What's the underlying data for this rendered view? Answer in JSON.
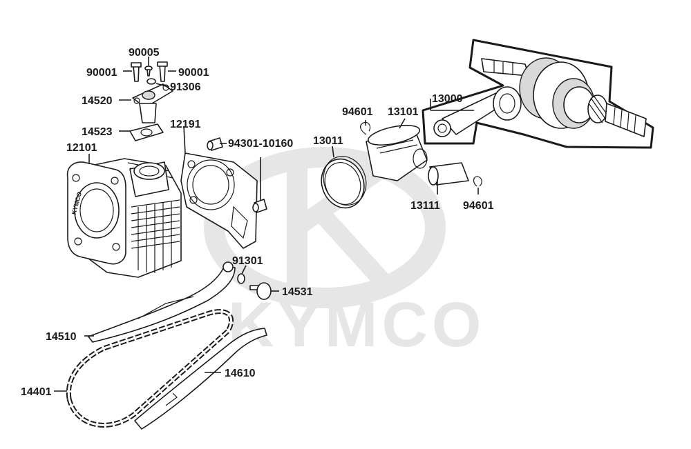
{
  "watermark": {
    "brand": "KYMCO",
    "color": "#e6e6e6"
  },
  "cylinder_stamp": "KYMCO",
  "parts": [
    {
      "id": "p12101",
      "number": "12101",
      "name": "cylinder"
    },
    {
      "id": "p12191",
      "number": "12191",
      "name": "cylinder-gasket"
    },
    {
      "id": "p14520",
      "number": "14520",
      "name": "cam-chain-tensioner-lifter"
    },
    {
      "id": "p14523",
      "number": "14523",
      "name": "tensioner-gasket"
    },
    {
      "id": "p90005",
      "number": "90005",
      "name": "tensioner-screw"
    },
    {
      "id": "p90001a",
      "number": "90001",
      "name": "bolt-left"
    },
    {
      "id": "p90001b",
      "number": "90001",
      "name": "bolt-right"
    },
    {
      "id": "p91306",
      "number": "91306",
      "name": "o-ring"
    },
    {
      "id": "p94301",
      "number": "94301-10160",
      "name": "dowel-pin"
    },
    {
      "id": "p13011",
      "number": "13011",
      "name": "piston-ring-set"
    },
    {
      "id": "p13101",
      "number": "13101",
      "name": "piston"
    },
    {
      "id": "p94601a",
      "number": "94601",
      "name": "piston-pin-clip-left"
    },
    {
      "id": "p94601b",
      "number": "94601",
      "name": "piston-pin-clip-right"
    },
    {
      "id": "p13111",
      "number": "13111",
      "name": "piston-pin"
    },
    {
      "id": "p13000",
      "number": "13000",
      "name": "crankshaft-assembly"
    },
    {
      "id": "p91301",
      "number": "91301",
      "name": "o-ring-small"
    },
    {
      "id": "p14531",
      "number": "14531",
      "name": "tensioner-pivot-bolt"
    },
    {
      "id": "p14510",
      "number": "14510",
      "name": "cam-chain-tensioner-arm"
    },
    {
      "id": "p14610",
      "number": "14610",
      "name": "cam-chain-guide"
    },
    {
      "id": "p14401",
      "number": "14401",
      "name": "cam-chain"
    }
  ]
}
